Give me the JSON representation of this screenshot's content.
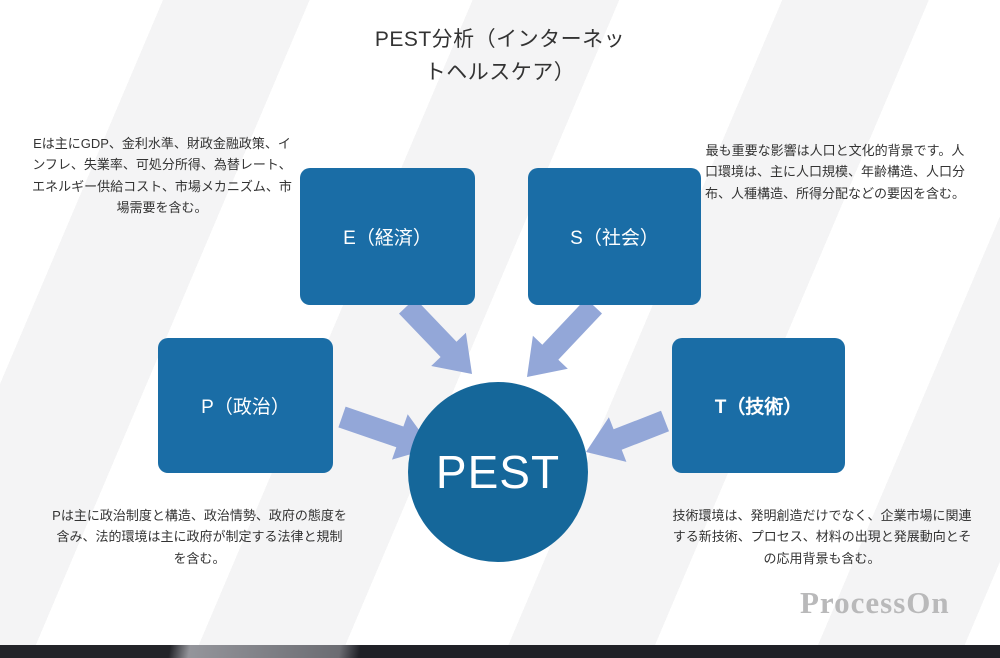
{
  "title": {
    "line1": "PEST分析（インターネッ",
    "line2": "トヘルスケア）"
  },
  "center": {
    "label": "PEST"
  },
  "nodes": [
    {
      "id": "E",
      "label": "E（経済）",
      "note": "Eは主にGDP、金利水準、財政金融政策、インフレ、失業率、可処分所得、為替レート、エネルギー供給コスト、市場メカニズム、市場需要を含む。"
    },
    {
      "id": "S",
      "label": "S（社会）",
      "note": "最も重要な影響は人口と文化的背景です。人口環境は、主に人口規模、年齢構造、人口分布、人種構造、所得分配などの要因を含む。"
    },
    {
      "id": "P",
      "label": "P（政治）",
      "note": "Pは主に政治制度と構造、政治情勢、政府の態度を含み、法的環境は主に政府が制定する法律と規制を含む。"
    },
    {
      "id": "T",
      "label": "T（技術）",
      "note": "技術環境は、発明創造だけでなく、企業市場に関連する新技術、プロセス、材料の出現と発展動向とその応用背景も含む。"
    }
  ],
  "watermark": "ProcessOn",
  "colors": {
    "box": "#1a6da6",
    "circle": "#15679a",
    "arrow": "#93a7d8",
    "title_text": "#333333",
    "body_text": "#333333",
    "watermark": "#b9b9ba"
  }
}
